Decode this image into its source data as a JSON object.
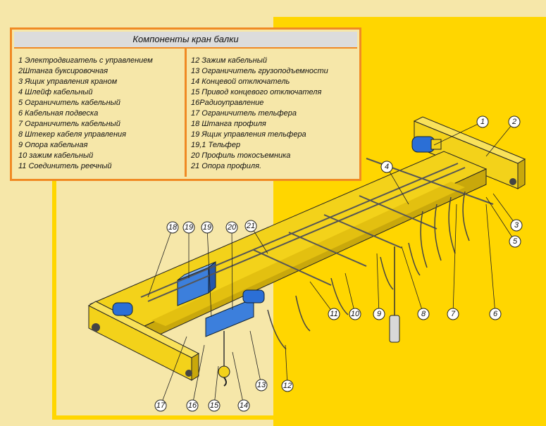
{
  "legend": {
    "title": "Компоненты  кран балки",
    "left_items": [
      "1 Электродвигатель с управлением",
      "2Штанга буксировочная",
      "3 Ящик управления краном",
      "4 Шлейф кабельный",
      "5 Ограничитель кабельный",
      "6 Кабельная подвеска",
      "7 Ограничитель кабельный",
      "8 Штекер кабеля управления",
      "9 Опора кабельная",
      "10 зажим кабельный",
      "11 Соединитель реечный"
    ],
    "right_items": [
      "12 Зажим кабельный",
      "13 Ограничитель грузоподъемности",
      "14 Концевой отключатель",
      "15 Привод концевого отключателя",
      "16Радиоуправление",
      "17 Ограничитель тельфера",
      "18 Штанга профиля",
      "19 Ящик управления тельфера",
      "19,1 Тельфер",
      "20  Профиль токосъемника",
      "21 Опора профиля."
    ]
  },
  "callouts": [
    "1",
    "2",
    "3",
    "4",
    "5",
    "6",
    "7",
    "8",
    "9",
    "10",
    "11",
    "12",
    "13",
    "14",
    "15",
    "16",
    "17",
    "18",
    "19",
    "19",
    "20",
    "21"
  ],
  "colors": {
    "beam": "#f3d21a",
    "beam_dark": "#c9a80b",
    "motor": "#2b6fd6",
    "legend_border": "#f08a24",
    "panel": "#ffd600",
    "background": "#f6e7a9"
  }
}
